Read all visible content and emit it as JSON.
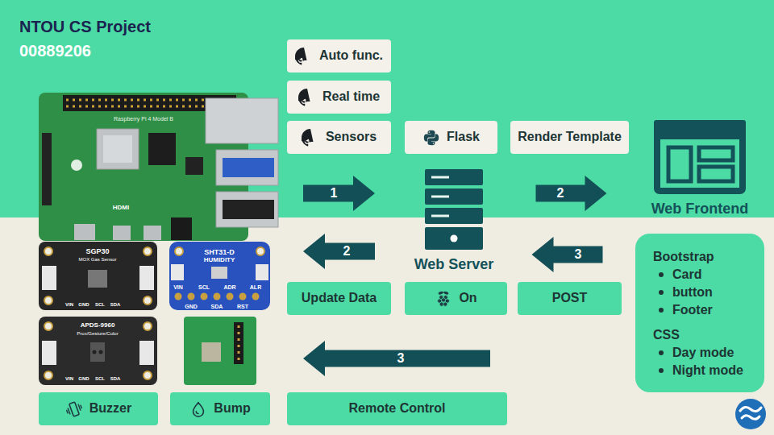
{
  "diagram": {
    "title": "NTOU CS Project",
    "nodes": [
      {
        "text": [
          "Auto func."
        ]
      },
      {
        "text": [
          "Real time"
        ]
      },
      {
        "text": [
          "Sensors"
        ]
      },
      {
        "text": [
          "Flask"
        ]
      },
      {
        "text": [
          "Render Template"
        ]
      },
      {
        "text": [
          "Web Server"
        ]
      },
      {
        "text": [
          "Web Frontend"
        ]
      },
      {
        "text": [
          "Update Data"
        ]
      },
      {
        "text": [
          "On"
        ]
      },
      {
        "text": [
          "POST"
        ]
      },
      {
        "text": [
          "Buzzer"
        ]
      },
      {
        "text": [
          "Bump"
        ]
      },
      {
        "text": [
          "Remote Control"
        ]
      },
      {
        "text": [
          "Bootstrap",
          "Card",
          "button",
          "Footer",
          "CSS",
          "Day mode",
          "Night mode"
        ]
      }
    ],
    "edges": [
      {
        "from": 5,
        "to": 6,
        "label": "2",
        "arrow": "to"
      },
      {
        "from": 13,
        "to": 5,
        "label": "3",
        "arrow": "to"
      }
    ],
    "labels": [
      "00889206",
      "1",
      "2",
      "3",
      "Raspberry Pi 4 Model B",
      "HDMI",
      "SGP30",
      "MOX Gas Sensor",
      "VIN",
      "GND",
      "SCL",
      "SDA",
      "SHT31-D",
      "HUMIDITY",
      "VIN",
      "SCL",
      "ADR",
      "ALR",
      "GND",
      "SDA",
      "RST",
      "APDS-9960",
      "Prox/Gesture/Color",
      "VIN",
      "GND",
      "SCL",
      "SDA"
    ]
  }
}
